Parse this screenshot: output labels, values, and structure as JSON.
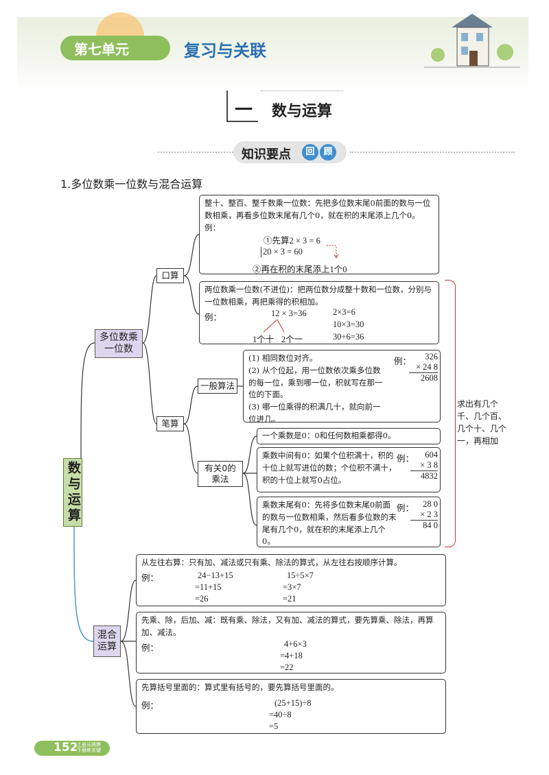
{
  "header": {
    "unit_label": "第七单元",
    "title": "复习与关联"
  },
  "section": {
    "number": "一",
    "title": "数与运算",
    "badge_text": "知识要点",
    "badge_chars": [
      "回",
      "顾"
    ]
  },
  "subheading": "1.多位数乘一位数与混合运算",
  "map": {
    "root": "数与运算",
    "branch_multi": "多位数乘一位数",
    "oral": "口算",
    "written": "笔算",
    "general": "一般算法",
    "zero": "有关0的乘法",
    "mixed": "混合运算"
  },
  "box1": {
    "text": "整十、整百、整千数乘一位数：先把多位数末尾0前面的数与一位数相乘，再看多位数末尾有几个0，就在积的末尾添上几个0。例：",
    "step1": "①先算2 × 3 = 6",
    "eq": "20   ×   3   =   60",
    "step2": "②再在积的末尾添上1个0"
  },
  "box2": {
    "text": "两位数乘一位数(不进位)：把两位数分成整十数和一位数，分别与一位数相乘，再把乘得的积相加。",
    "eg": "例：",
    "eq_main": "12 × 3=36",
    "left": "1个十",
    "right": "2个一",
    "s1": "2×3=6",
    "s2": "10×3=30",
    "s3": "30+6=36"
  },
  "box3": {
    "r1": "(1) 相同数位对齐。",
    "r2": "(2) 从个位起，用一位数依次乘多位数的每一位，乘到哪一位，积就写在那一位的下面。",
    "r3": "(3) 哪一位乘得的积满几十，就向前一位进几。",
    "eg": "例：",
    "m_top": "326",
    "m_mid": "×  24 8",
    "m_res": "2608"
  },
  "box4": {
    "text": "一个乘数是0：0和任何数相乘都得0。"
  },
  "box5": {
    "text": "乘数中间有0：如果个位积满十，积的十位上就写进位的数；个位积不满十，积的十位上就写0占位。",
    "eg": "例：",
    "m_top": "604",
    "m_mid": "×   3 8",
    "m_res": "4832"
  },
  "box6": {
    "text": "乘数末尾有0：先将多位数末尾0前面的数与一位数相乘，然后看多位数的末尾有几个0，就在积的末尾添上几个0。",
    "eg": "例：",
    "m_top": "28 0",
    "m_mid": "×  2 3",
    "m_res": "84 0"
  },
  "side_note": "求出有几个千、几个百、几个十、几个一，再相加",
  "mix1": {
    "text": "从左往右算：只有加、减法或只有乘、除法的算式，从左往右按顺序计算。",
    "eg": "例：",
    "a1": "24−13+15",
    "a2": "=11+15",
    "a3": "=26",
    "b1": "15÷5×7",
    "b2": "=3×7",
    "b3": "=21"
  },
  "mix2": {
    "text": "先乘、除，后加、减：既有乘、除法，又有加、减法的算式，要先算乘、除法，再算加、减法。",
    "eg": "例：",
    "a1": "4+6×3",
    "a2": "=4+18",
    "a3": "=22"
  },
  "mix3": {
    "text": "先算括号里面的：算式里有括号的，要先算括号里面的。",
    "eg": "例：",
    "a1": "(25+15)÷8",
    "a2": "=40÷8",
    "a3": "=5"
  },
  "footer": {
    "page": "152",
    "line1": "上册从两弊",
    "line2": "下册练关键"
  },
  "colors": {
    "green": "#8fbf5c",
    "blue_title": "#2a6fb0",
    "root_fill": "#c8dea8",
    "lvl1_fill": "#dcd6ee",
    "red_bracket": "#c0392b",
    "blue_curve": "#3f8fce"
  }
}
